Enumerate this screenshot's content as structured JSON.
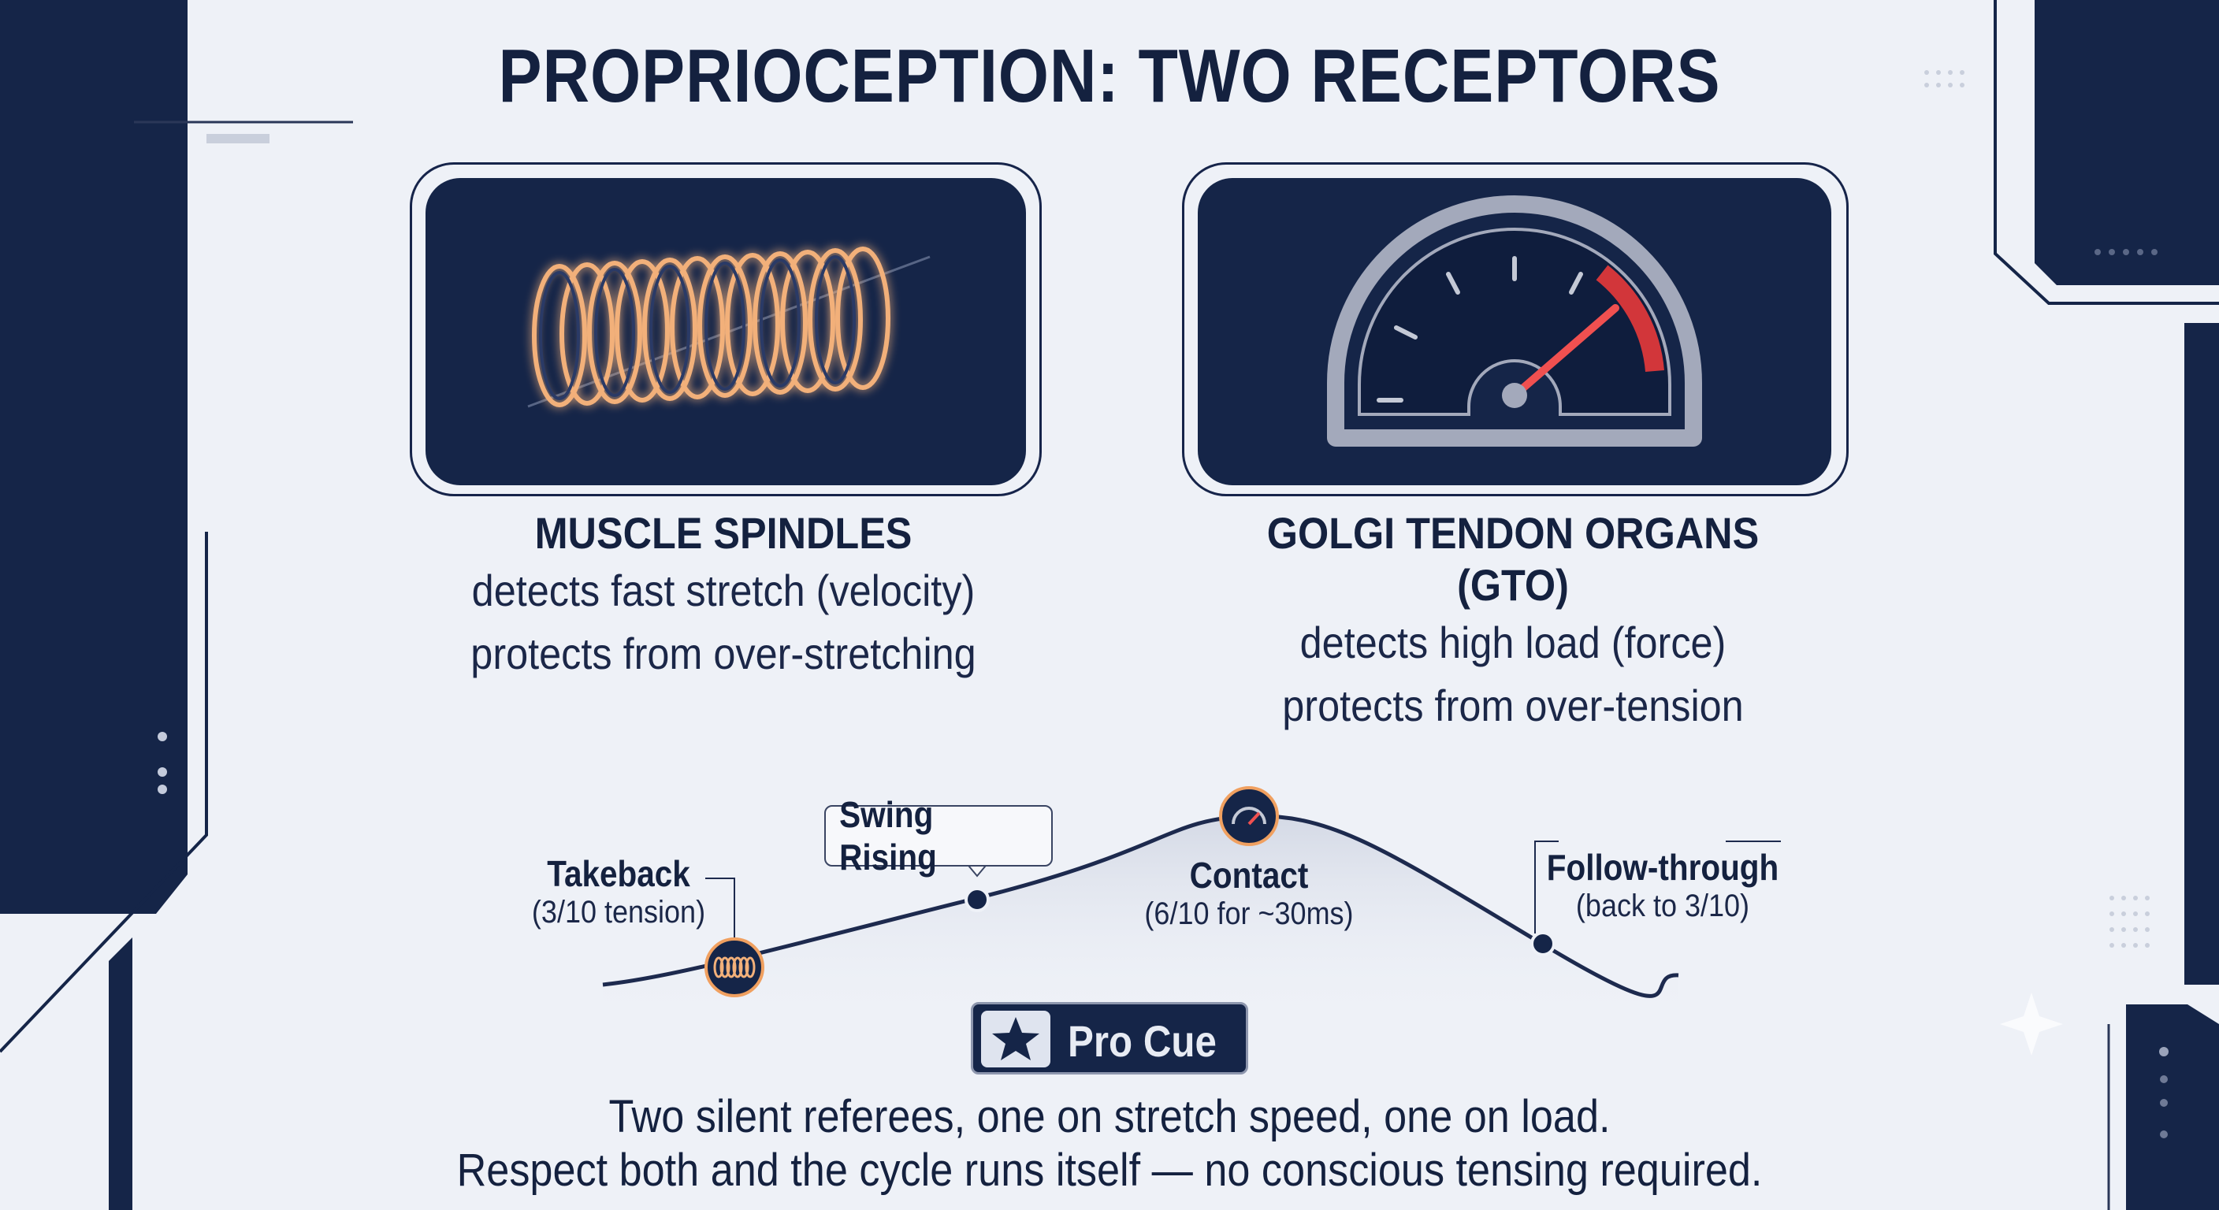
{
  "title": "PROPRIOCEPTION: TWO RECEPTORS",
  "cards": [
    {
      "heading": "MUSCLE SPINDLES",
      "line1": "detects fast stretch (velocity)",
      "line2": "protects from over-stretching",
      "icon": "spring-coil-icon"
    },
    {
      "heading": "GOLGI TENDON ORGANS (GTO)",
      "line1": "detects high load (force)",
      "line2": "protects from over-tension",
      "icon": "gauge-icon"
    }
  ],
  "curve": {
    "points": [
      {
        "title": "Takeback",
        "sub": "(3/10 tension)",
        "icon": "spring-coil-icon"
      },
      {
        "title": "Swing Rising",
        "sub": ""
      },
      {
        "title": "Contact",
        "sub": "(6/10 for ~30ms)",
        "icon": "gauge-icon"
      },
      {
        "title": "Follow-through",
        "sub": "(back to 3/10)"
      }
    ]
  },
  "pro_cue": {
    "label": "Pro Cue",
    "icon": "star-icon",
    "line1": "Two silent referees, one on stretch speed, one on load.",
    "line2": "Respect both and the cycle runs itself — no conscious tensing required."
  },
  "colors": {
    "navy": "#152548",
    "background": "#eef1f7",
    "accent_orange": "#f0a060",
    "accent_red": "#e83a3a"
  }
}
